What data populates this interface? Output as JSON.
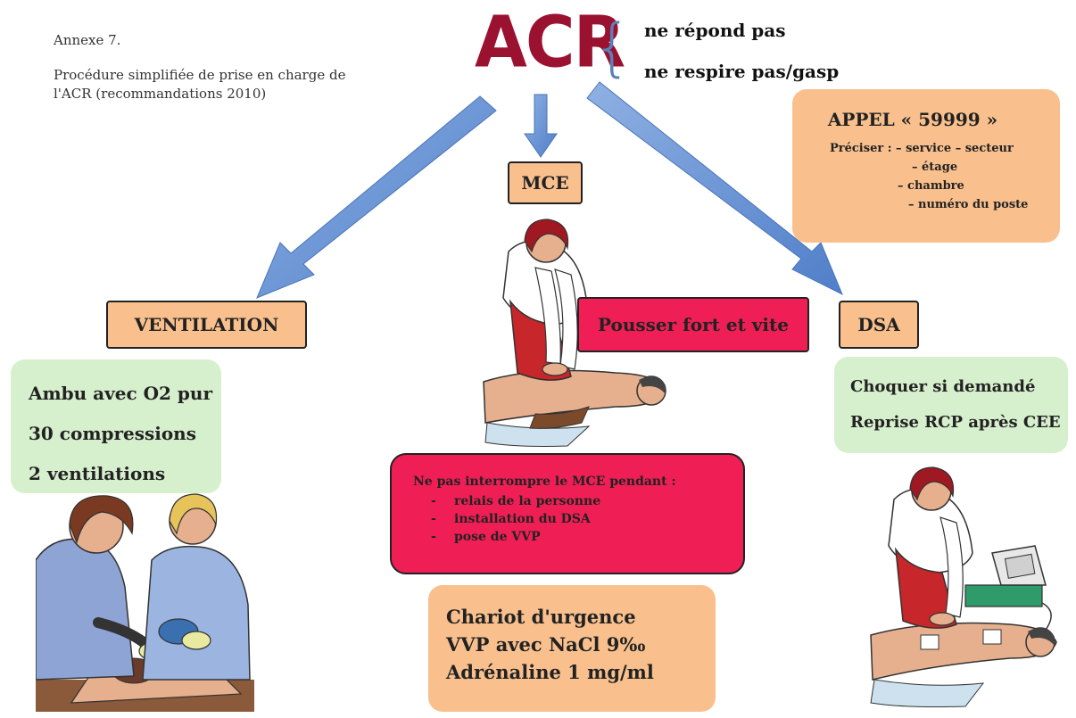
{
  "header": {
    "annexe": "Annexe 7.",
    "subtitle": "Procédure simplifiée de prise en charge de l'ACR (recommandations 2010)"
  },
  "acr": {
    "title": "ACR",
    "criteria": [
      "ne répond pas",
      "ne respire pas/gasp"
    ]
  },
  "appel": {
    "title": "APPEL « 59999 »",
    "lines": [
      "Préciser : – service – secteur",
      "– étage",
      "– chambre",
      "– numéro du poste"
    ]
  },
  "mce": {
    "label": "MCE"
  },
  "pousser": {
    "label": "Pousser fort et vite"
  },
  "ventilation": {
    "label": "VENTILATION",
    "items": [
      "Ambu avec O2 pur",
      "30 compressions",
      "2 ventilations"
    ]
  },
  "dsa": {
    "label": "DSA",
    "items": [
      "Choquer si demandé",
      "Reprise RCP après CEE"
    ]
  },
  "interrupt": {
    "title": "Ne pas interrompre le MCE pendant :",
    "items": [
      "relais de la personne",
      "installation du DSA",
      "pose de VVP"
    ]
  },
  "chariot": {
    "lines": [
      "Chariot d'urgence",
      "VVP avec NaCl 9‰",
      "Adrénaline 1 mg/ml"
    ]
  },
  "colors": {
    "acr": "#9b1230",
    "arrow": "#5b88cf",
    "peach": "#f9c08d",
    "green": "#d6efcc",
    "red": "#ef1f55"
  }
}
